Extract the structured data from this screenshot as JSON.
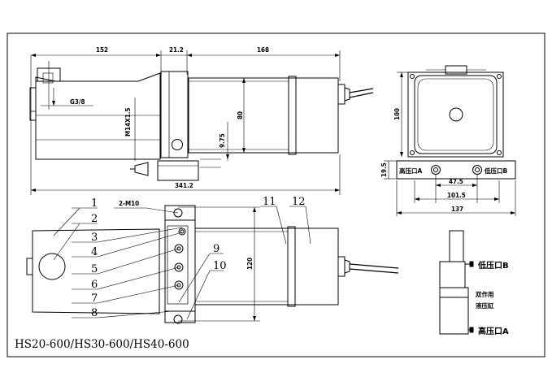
{
  "drawing": {
    "model_label": "HS20-600/HS30-600/HS40-600",
    "top_view_dims": {
      "d152": "152",
      "d21_2": "21.2",
      "d168": "168",
      "d341_2": "341.2",
      "d80": "80",
      "d9_75": "9.75",
      "thread": "M14X1.5",
      "port": "G3/8"
    },
    "end_view_dims": {
      "d100": "100",
      "d19_5": "19.5",
      "d47_5": "47.5",
      "d101_5": "101.5",
      "d137": "137",
      "port_a": "高压口A",
      "port_b": "低压口B"
    },
    "plan_view": {
      "hole_label": "2-M10",
      "d120": "120",
      "callouts": [
        "1",
        "2",
        "3",
        "4",
        "5",
        "6",
        "7",
        "8",
        "9",
        "10",
        "11",
        "12"
      ]
    },
    "schematic": {
      "port_b": "低压口B",
      "port_a": "高压口A",
      "cylinder_line1": "双作用",
      "cylinder_line2": "液压缸"
    }
  }
}
